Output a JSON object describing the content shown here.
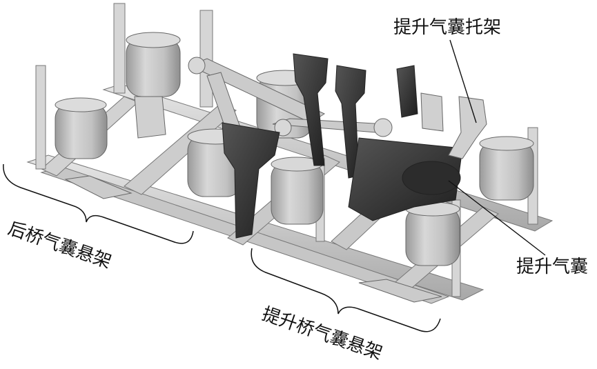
{
  "labels": {
    "lift_airbag_bracket": "提升气囊托架",
    "lift_airbag": "提升气囊",
    "rear_axle_air_suspension": "后桥气囊悬架",
    "lift_axle_air_suspension": "提升桥气囊悬架"
  },
  "colors": {
    "background": "#ffffff",
    "airbag": "#bdbdbd",
    "frame": "#cfcfcf",
    "dark_part": "#3a3a3a",
    "line": "#111111"
  }
}
